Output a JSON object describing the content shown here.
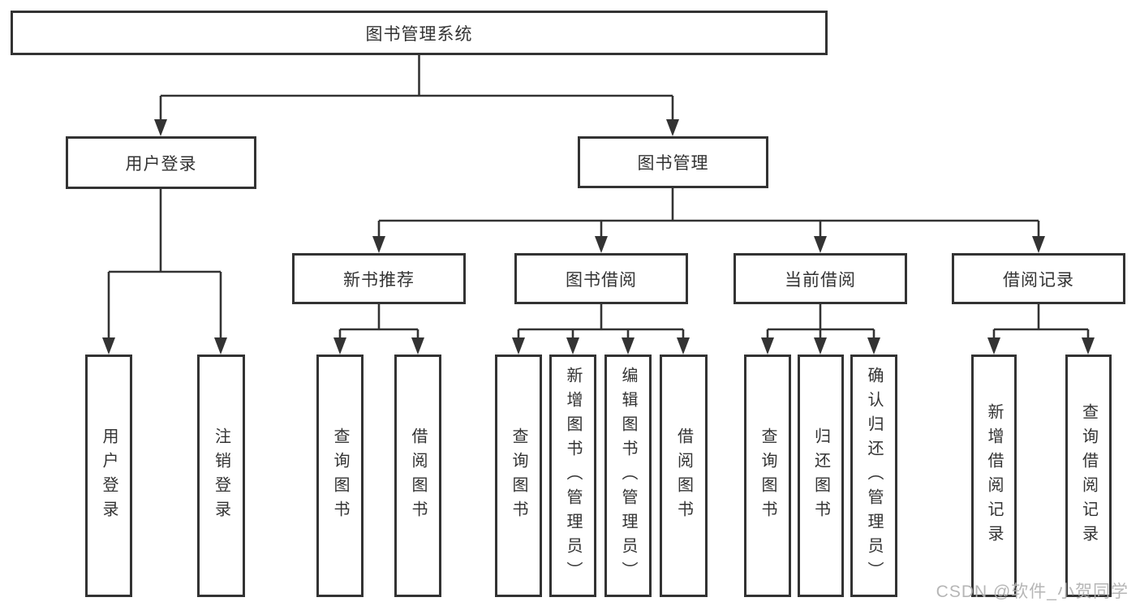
{
  "diagram": {
    "title": "图书管理系统",
    "watermark": "CSDN @软件_小贺同学",
    "colors": {
      "line": "#333333",
      "text": "#333333",
      "background": "#ffffff",
      "watermark": "#b2b2b2"
    },
    "nodes": {
      "root": {
        "label": "图书管理系统"
      },
      "user_login": {
        "label": "用户登录"
      },
      "book_mgmt": {
        "label": "图书管理"
      },
      "user_login_leaf": {
        "label": "用户登录"
      },
      "logout_leaf": {
        "label": "注销登录"
      },
      "new_book_rec": {
        "label": "新书推荐"
      },
      "book_borrow": {
        "label": "图书借阅"
      },
      "current_borrow": {
        "label": "当前借阅"
      },
      "borrow_records": {
        "label": "借阅记录"
      },
      "nbr_query_books": {
        "label": "查询图书"
      },
      "nbr_borrow_books": {
        "label": "借阅图书"
      },
      "bb_query_books": {
        "label": "查询图书"
      },
      "bb_add_books": {
        "label": "新增图书（管理员）"
      },
      "bb_edit_books": {
        "label": "编辑图书（管理员）"
      },
      "bb_borrow_books": {
        "label": "借阅图书"
      },
      "cb_query_books": {
        "label": "查询图书"
      },
      "cb_return_books": {
        "label": "归还图书"
      },
      "cb_confirm_return": {
        "label": "确认归还（管理员）"
      },
      "br_add_record": {
        "label": "新增借阅记录"
      },
      "br_query_record": {
        "label": "查询借阅记录"
      }
    },
    "edges": [
      "图书管理系统→用户登录",
      "图书管理系统→图书管理",
      "用户登录→用户登录(叶)",
      "用户登录→注销登录",
      "图书管理→新书推荐",
      "图书管理→图书借阅",
      "图书管理→当前借阅",
      "图书管理→借阅记录",
      "新书推荐→查询图书",
      "新书推荐→借阅图书",
      "图书借阅→查询图书",
      "图书借阅→新增图书（管理员）",
      "图书借阅→编辑图书（管理员）",
      "图书借阅→借阅图书",
      "当前借阅→查询图书",
      "当前借阅→归还图书",
      "当前借阅→确认归还（管理员）",
      "借阅记录→新增借阅记录",
      "借阅记录→查询借阅记录"
    ]
  }
}
